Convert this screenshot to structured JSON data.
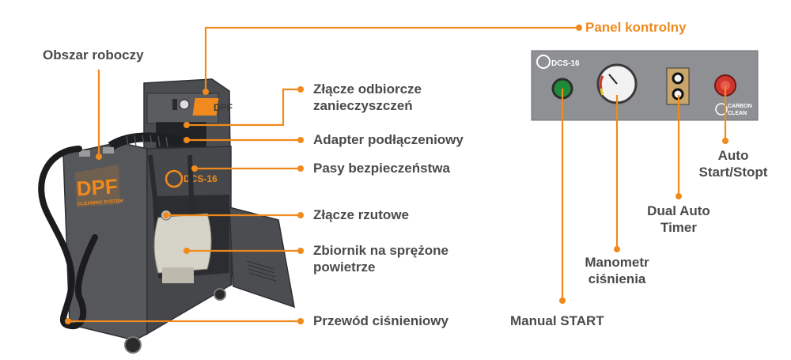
{
  "callouts": {
    "panel_kontrolny": "Panel kontrolny",
    "obszar_roboczy": "Obszar roboczy",
    "zlacze_odbiorcze_line1": "Złącze odbiorcze",
    "zlacze_odbiorcze_line2": "zanieczyszczeń",
    "adapter": "Adapter podłączeniowy",
    "pasy": "Pasy bezpieczeństwa",
    "zlacze_rzutowe": "Złącze rzutowe",
    "zbiornik_line1": "Zbiornik na sprężone",
    "zbiornik_line2": "powietrze",
    "przewod": "Przewód ciśnieniowy",
    "manual_start": "Manual START",
    "manometr_line1": "Manometr",
    "manometr_line2": "ciśnienia",
    "dual_line1": "Dual Auto",
    "dual_line2": "Timer",
    "auto_line1": "Auto",
    "auto_line2": "Start/Stopt"
  },
  "machine": {
    "logo": "DPF",
    "logo_sub": "CLEANING SYSTEM",
    "model": "DCS-16",
    "top_logo": "DPF"
  },
  "panel": {
    "model": "DCS-16",
    "brand_line1": "CARBON",
    "brand_line2": "CLEAN"
  },
  "colors": {
    "accent": "#f08a1c",
    "machine_body": "#4d4f53",
    "panel_gray": "#8e9094",
    "text": "#4a4a4a"
  }
}
